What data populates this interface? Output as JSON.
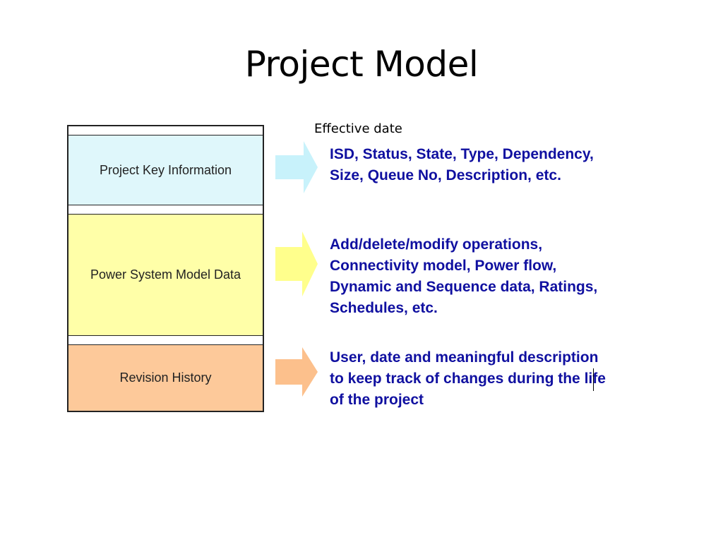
{
  "title": "Project Model",
  "label_top": "Effective date",
  "blocks": [
    {
      "label": "Project Key Information",
      "color": "#dff7fb"
    },
    {
      "label": "Power System Model Data",
      "color": "#ffffa8"
    },
    {
      "label": "Revision History",
      "color": "#fdc99a"
    }
  ],
  "descriptions": [
    {
      "text": "ISD, Status, State, Type, Dependency,\nSize, Queue No, Description, etc."
    },
    {
      "text": "Add/delete/modify operations,\nConnectivity model, Power flow,\nDynamic and Sequence data, Ratings,\nSchedules, etc."
    },
    {
      "text": "User, date and meaningful description\nto keep track of changes during the life\nof the project"
    }
  ],
  "colors": {
    "text_blue": "#1010a0",
    "arrow_cyan": "#c8f2fb",
    "arrow_yellow": "#ffff8c",
    "arrow_orange": "#fcc08c"
  }
}
